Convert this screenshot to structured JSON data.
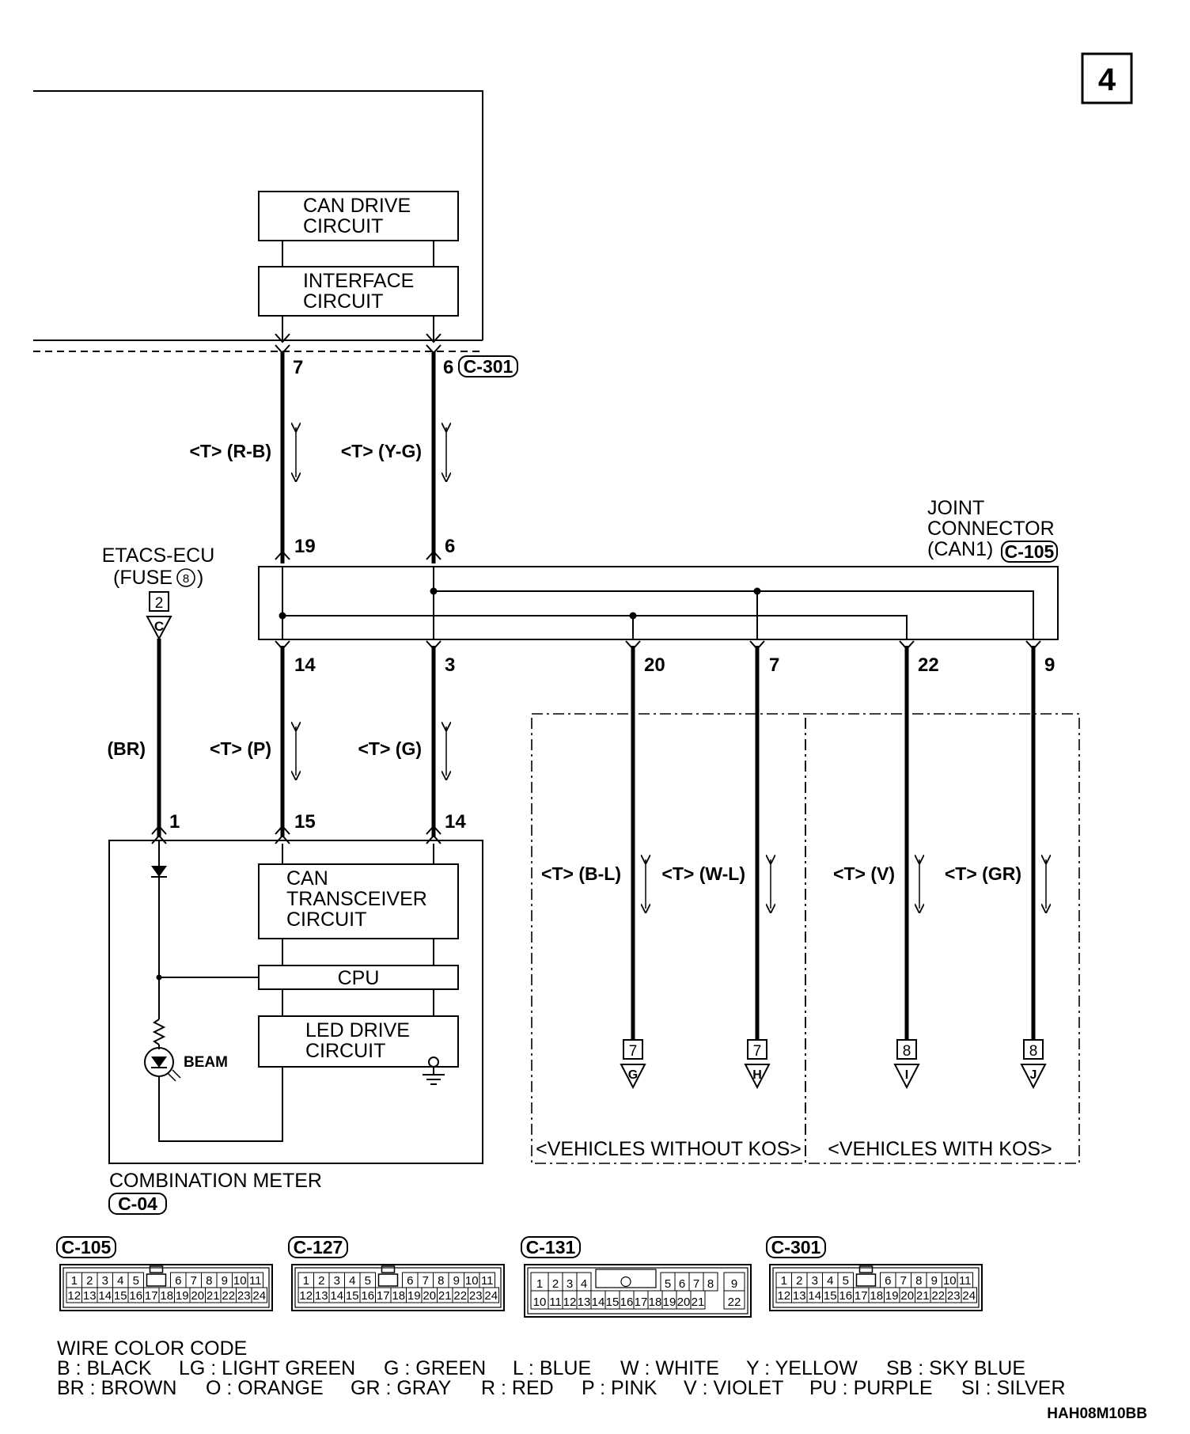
{
  "page_number": "4",
  "modules": {
    "can_drive": [
      "CAN DRIVE",
      "CIRCUIT"
    ],
    "interface": [
      "INTERFACE",
      "CIRCUIT"
    ],
    "can_transceiver": [
      "CAN",
      "TRANSCEIVER",
      "CIRCUIT"
    ],
    "cpu": "CPU",
    "led_drive": [
      "LED DRIVE",
      "CIRCUIT"
    ],
    "beam": "BEAM"
  },
  "components": {
    "etacs": [
      "ETACS-ECU",
      "(FUSE",
      ")"
    ],
    "fuse_no": "8",
    "etacs_pin_box": "2",
    "etacs_connector_letter": "C",
    "joint_connector": [
      "JOINT",
      "CONNECTOR",
      "(CAN1)"
    ],
    "combination_meter": "COMBINATION METER"
  },
  "connector_ids": {
    "c301": "C-301",
    "c105": "C-105",
    "c04": "C-04"
  },
  "pins": {
    "c301_left": "7",
    "c301_right": "6",
    "jc_top_left": "19",
    "jc_top_right": "6",
    "jc_bottom": [
      "14",
      "3",
      "20",
      "7",
      "22",
      "9"
    ],
    "meter_br": "1",
    "meter_p": "15",
    "meter_g": "14"
  },
  "wires": {
    "rb": "<T> (R-B)",
    "yg": "<T> (Y-G)",
    "br": "(BR)",
    "p": "<T> (P)",
    "g": "<T> (G)",
    "bl": "<T> (B-L)",
    "wl": "<T> (W-L)",
    "v": "<T> (V)",
    "gr": "<T> (GR)"
  },
  "terminals": [
    {
      "box": "7",
      "letter": "G"
    },
    {
      "box": "7",
      "letter": "H"
    },
    {
      "box": "8",
      "letter": "I"
    },
    {
      "box": "8",
      "letter": "J"
    }
  ],
  "regions": {
    "without_kos": "<VEHICLES WITHOUT KOS>",
    "with_kos": "<VEHICLES WITH KOS>"
  },
  "connector_diagrams": [
    {
      "id": "C-105",
      "row1": [
        "1",
        "2",
        "3",
        "4",
        "5",
        "6",
        "7",
        "8",
        "9",
        "10",
        "11"
      ],
      "row2": [
        "12",
        "13",
        "14",
        "15",
        "16",
        "17",
        "18",
        "19",
        "20",
        "21",
        "22",
        "23",
        "24"
      ]
    },
    {
      "id": "C-127",
      "row1": [
        "1",
        "2",
        "3",
        "4",
        "5",
        "6",
        "7",
        "8",
        "9",
        "10",
        "11"
      ],
      "row2": [
        "12",
        "13",
        "14",
        "15",
        "16",
        "17",
        "18",
        "19",
        "20",
        "21",
        "22",
        "23",
        "24"
      ]
    },
    {
      "id": "C-131",
      "row1": [
        "1",
        "2",
        "3",
        "4",
        "5",
        "6",
        "7",
        "8",
        "9"
      ],
      "row2": [
        "10",
        "11",
        "12",
        "13",
        "14",
        "15",
        "16",
        "17",
        "18",
        "19",
        "20",
        "21",
        "22"
      ]
    },
    {
      "id": "C-301",
      "row1": [
        "1",
        "2",
        "3",
        "4",
        "5",
        "6",
        "7",
        "8",
        "9",
        "10",
        "11"
      ],
      "row2": [
        "12",
        "13",
        "14",
        "15",
        "16",
        "17",
        "18",
        "19",
        "20",
        "21",
        "22",
        "23",
        "24"
      ]
    }
  ],
  "legend": {
    "title": "WIRE COLOR CODE",
    "line1": [
      "B : BLACK",
      "LG : LIGHT GREEN",
      "G : GREEN",
      "L : BLUE",
      "W : WHITE",
      "Y : YELLOW",
      "SB : SKY BLUE"
    ],
    "line2": [
      "BR : BROWN",
      "O : ORANGE",
      "GR : GRAY",
      "R : RED",
      "P : PINK",
      "V : VIOLET",
      "PU : PURPLE",
      "SI : SILVER"
    ]
  },
  "figure_code": "HAH08M10BB"
}
